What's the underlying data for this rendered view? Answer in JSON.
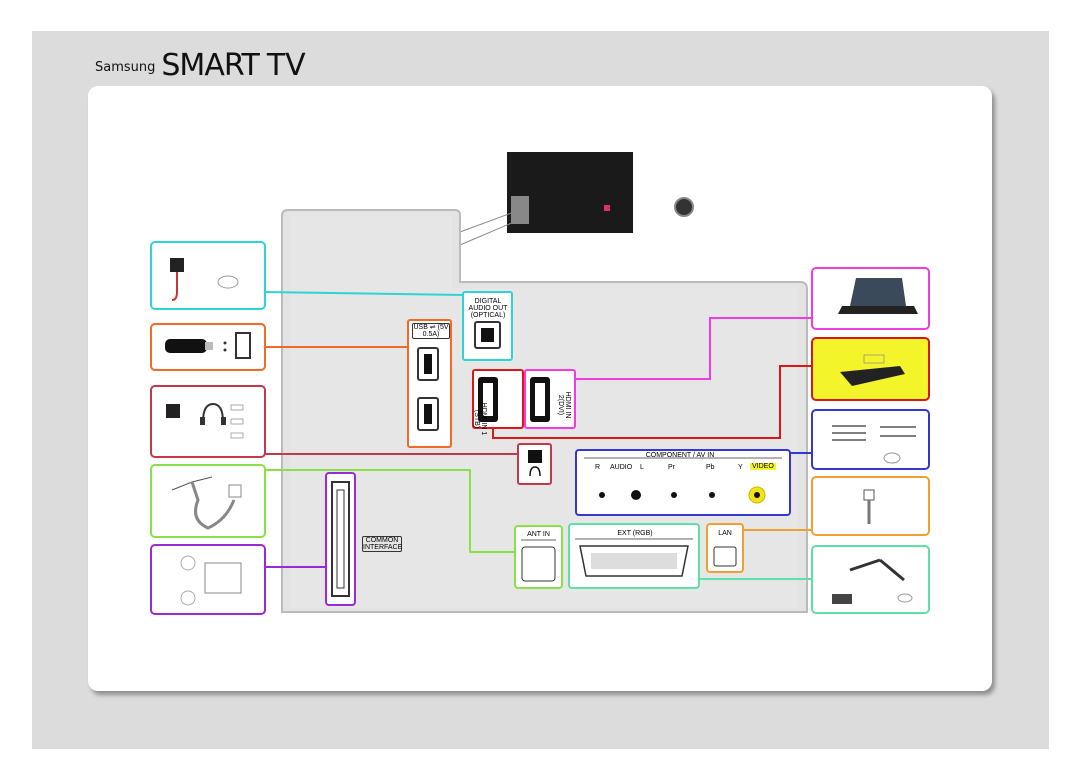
{
  "logo": {
    "brand": "Samsung",
    "product": "SMART",
    "suffix": "TV"
  },
  "ports": {
    "usb": "USB ⇌ (5V 0.5A)",
    "digital_audio": "DIGITAL AUDIO OUT (OPTICAL)",
    "hdmi1": "HDMI IN 1 (STB)",
    "hdmi2": "HDMI IN 2(DVI)",
    "component": "COMPONENT / AV IN",
    "component_r": "R",
    "component_audio": "AUDIO",
    "component_l": "L",
    "component_pr": "Pr",
    "component_pb": "Pb",
    "component_y": "Y",
    "component_video": "VIDEO",
    "common_interface": "COMMON INTERFACE",
    "ant_in": "ANT IN",
    "ext_rgb": "EXT (RGB)",
    "lan": "LAN"
  },
  "colors": {
    "optical": "#2fd3d3",
    "usb": "#f06a28",
    "headphone": "#c23a4a",
    "antenna": "#8be04a",
    "common_interface": "#9a2ad6",
    "laptop_hdmi": "#f03ce0",
    "stb_hdmi": "#d81818",
    "component": "#3636d0",
    "lan": "#f0a030",
    "scart": "#5fe0a8"
  }
}
